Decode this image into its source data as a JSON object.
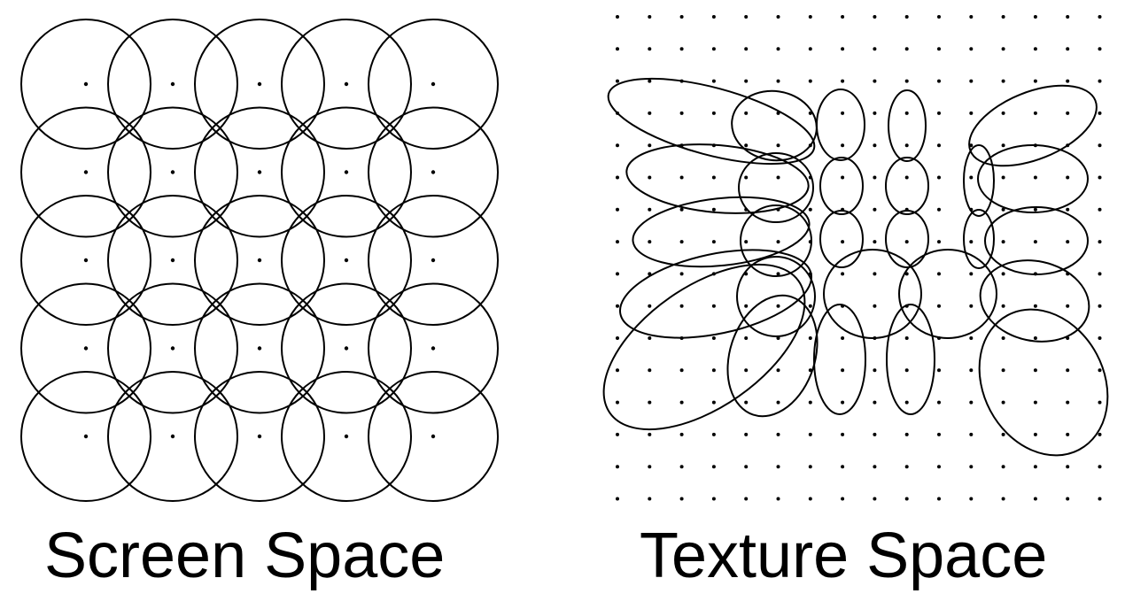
{
  "panels": {
    "screen": {
      "label": "Screen Space"
    },
    "texture": {
      "label": "Texture Space"
    }
  },
  "colors": {
    "stroke": "#000000",
    "background": "#ffffff"
  },
  "screen_grid": {
    "rows": 5,
    "cols": 5
  },
  "texture_grid": {
    "rows": 16,
    "cols": 16
  }
}
